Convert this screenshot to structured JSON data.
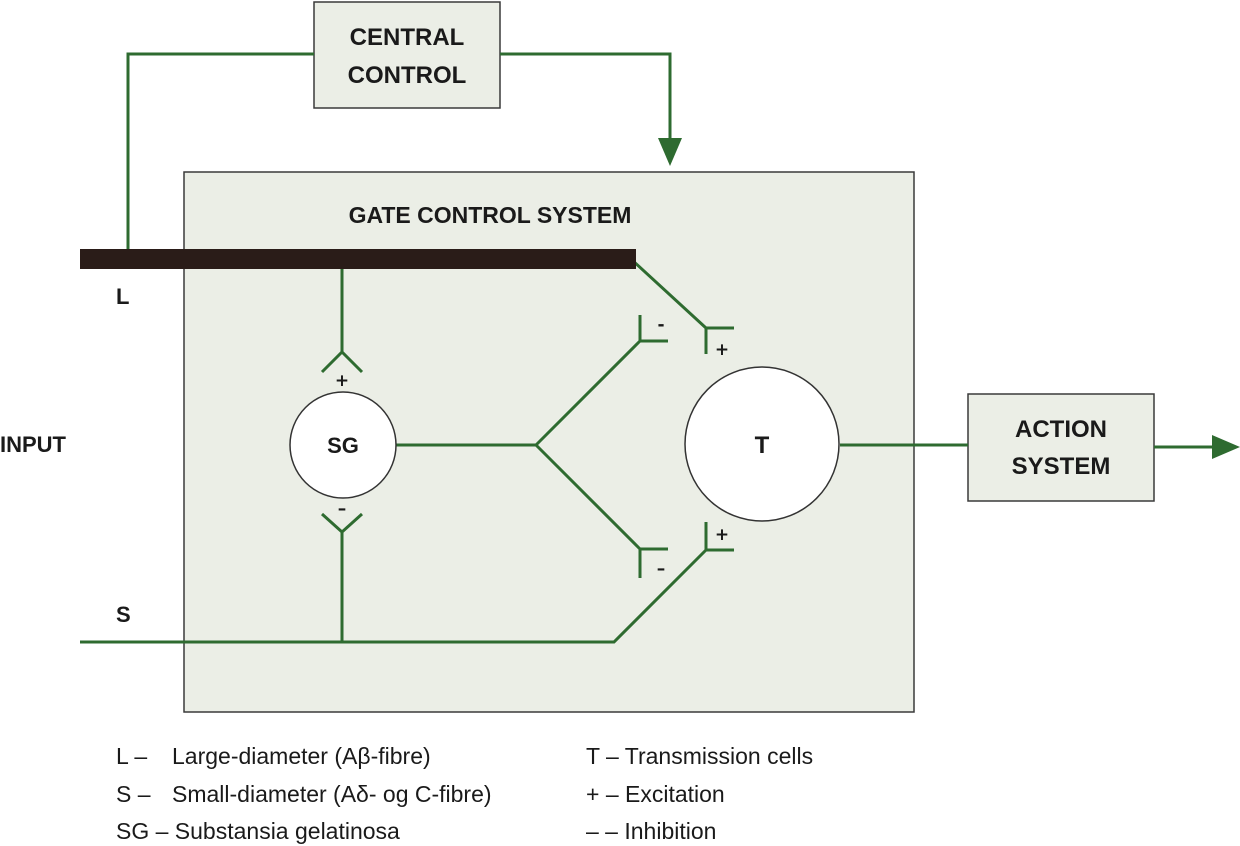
{
  "colors": {
    "line": "#2e6b30",
    "box_fill": "#ebeee6",
    "fibre_bar": "#2a1c18"
  },
  "boxes": {
    "central_control": [
      "CENTRAL",
      "CONTROL"
    ],
    "gate_control_title": "GATE CONTROL SYSTEM",
    "action_system": [
      "ACTION",
      "SYSTEM"
    ]
  },
  "nodes": {
    "sg": "SG",
    "t": "T"
  },
  "labels": {
    "input": "INPUT",
    "large_fibre": "L",
    "small_fibre": "S"
  },
  "signs": {
    "sg_top": "+",
    "sg_bottom": "–",
    "t_upper_from_sg": "-",
    "t_upper_from_l": "+",
    "t_lower_from_sg": "–",
    "t_lower_from_s": "+"
  },
  "legend": {
    "left": [
      {
        "key": "L –",
        "text": "Large-diameter (Aβ-fibre)"
      },
      {
        "key": "S –",
        "text": "Small-diameter (Aδ- og C-fibre)"
      },
      {
        "key": "SG – Substansia gelatinosa",
        "text": ""
      }
    ],
    "right": [
      {
        "text": "T – Transmission cells"
      },
      {
        "text": "+ – Excitation"
      },
      {
        "text": "– – Inhibition"
      }
    ]
  }
}
